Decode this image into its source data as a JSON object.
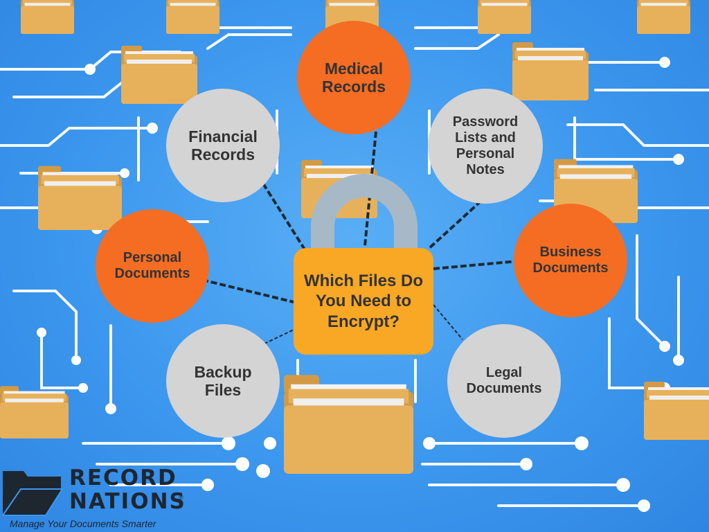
{
  "colors": {
    "background": "#3c97ee",
    "circuit": "#ffffff",
    "folder": "#e7b15b",
    "orange_bubble": "#f46d22",
    "grey_bubble": "#d4d4d4",
    "lock_body": "#f9a825",
    "lock_shackle": "#a7b9c6",
    "chain": "#1f2a33",
    "text": "#333333"
  },
  "center": {
    "title": "Which Files Do You Need to Encrypt?",
    "icon": "padlock-icon"
  },
  "bubbles": [
    {
      "id": "medical-records",
      "label": "Medical Records",
      "style": "orange"
    },
    {
      "id": "financial-records",
      "label": "Financial Records",
      "style": "grey"
    },
    {
      "id": "password-lists",
      "label": "Password Lists and Personal Notes",
      "style": "grey"
    },
    {
      "id": "personal-documents",
      "label": "Personal Documents",
      "style": "orange"
    },
    {
      "id": "business-documents",
      "label": "Business Documents",
      "style": "orange"
    },
    {
      "id": "backup-files",
      "label": "Backup Files",
      "style": "grey"
    },
    {
      "id": "legal-documents",
      "label": "Legal Documents",
      "style": "grey"
    }
  ],
  "logo": {
    "line1": "RECORD",
    "line2": "NATIONS",
    "registered": "®",
    "tagline": "Manage Your Documents Smarter",
    "icon": "folder-logo-icon"
  }
}
